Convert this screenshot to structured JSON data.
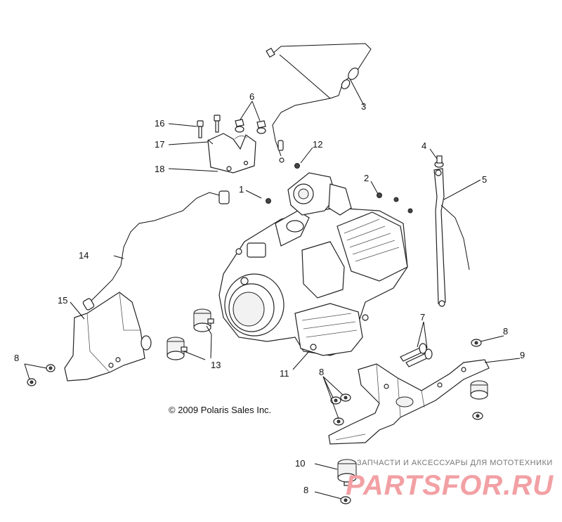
{
  "callouts": {
    "c1": "1",
    "c2": "2",
    "c3": "3",
    "c4": "4",
    "c5": "5",
    "c6": "6",
    "c7": "7",
    "c8a": "8",
    "c8b": "8",
    "c8c": "8",
    "c8d": "8",
    "c9": "9",
    "c10": "10",
    "c11": "11",
    "c12": "12",
    "c13": "13",
    "c14": "14",
    "c15": "15",
    "c16": "16",
    "c17": "17",
    "c18": "18"
  },
  "copyright": "© 2009 Polaris Sales Inc.",
  "watermark": {
    "subtitle": "ЗАПЧАСТИ И АКСЕССУАРЫ ДЛЯ МОТОТЕХНИКИ",
    "brand": "PARTSFOR.RU",
    "color": "#f2a0a4"
  }
}
